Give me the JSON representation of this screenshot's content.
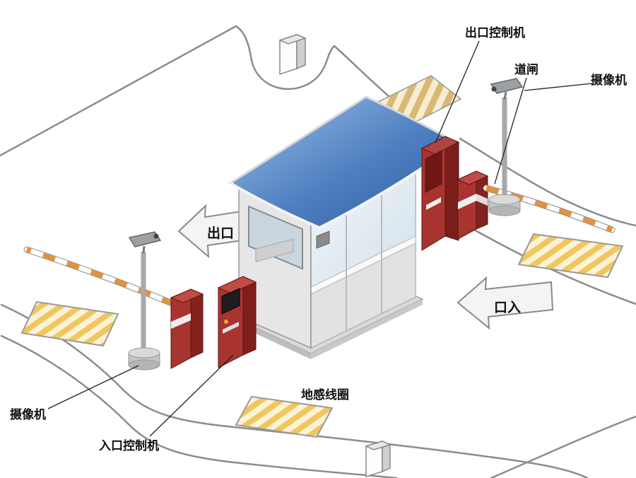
{
  "diagram": {
    "labels": {
      "exit_controller": "出口控制机",
      "barrier_gate": "道闸",
      "camera_top": "摄像机",
      "camera_bottom": "摄像机",
      "entry_controller": "入口控制机",
      "ground_loop": "地感线圈",
      "exit_direction": "出口",
      "entry_direction": "口入"
    },
    "colors": {
      "roof_blue_light": "#9CC0E8",
      "roof_blue_dark": "#2E5CA0",
      "machine_red": "#A8342F",
      "machine_red_dark": "#7E1F1C",
      "arm_stripe_orange": "#E2923B",
      "loop_stripe_yellow": "#EFC75E",
      "canopy_stripe_tan": "#D9B873",
      "road_gray": "#8C8C8C"
    }
  }
}
